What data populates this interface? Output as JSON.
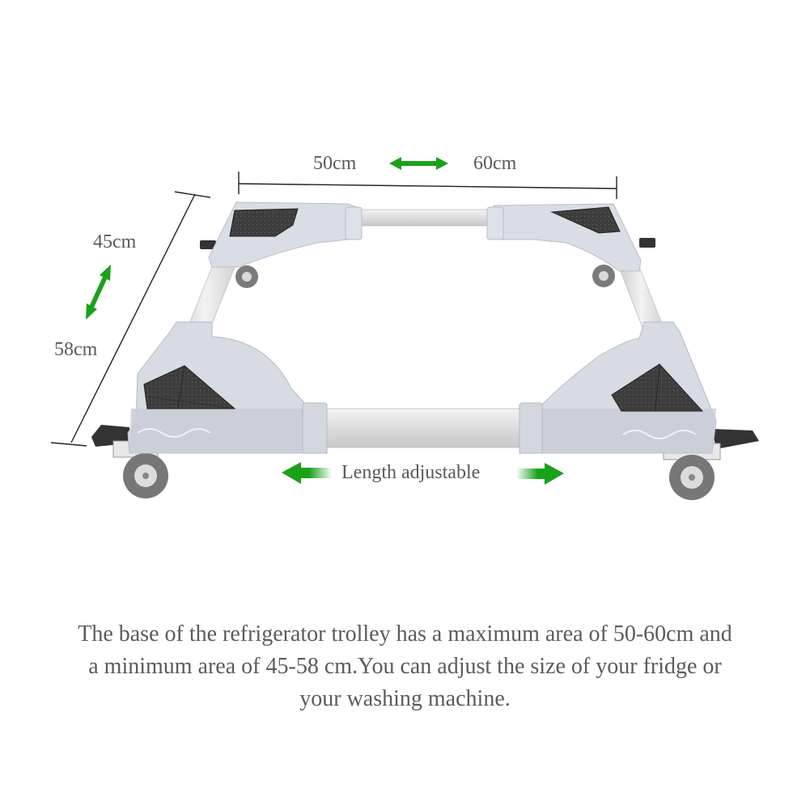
{
  "dimensions": {
    "width_min": "50cm",
    "width_max": "60cm",
    "depth_min": "45cm",
    "depth_max": "58cm",
    "length_label": "Length adjustable"
  },
  "caption": {
    "line1": "The base of the refrigerator trolley has a maximum area of 50-60cm and",
    "line2": "a minimum area of 45-58 cm.You can adjust the size of your fridge or",
    "line3": "your washing machine."
  },
  "colors": {
    "arrow_green": "#1aa11a",
    "frame_grey": "#d6dae3",
    "frame_shadow": "#b9bec9",
    "pad_dark": "#3d3d3d",
    "tube_silver": "#e6e6e6",
    "text_grey": "#5a5a5a"
  },
  "icons": [
    "double-arrow-horizontal",
    "double-arrow-diagonal",
    "arrow-left",
    "arrow-right"
  ]
}
